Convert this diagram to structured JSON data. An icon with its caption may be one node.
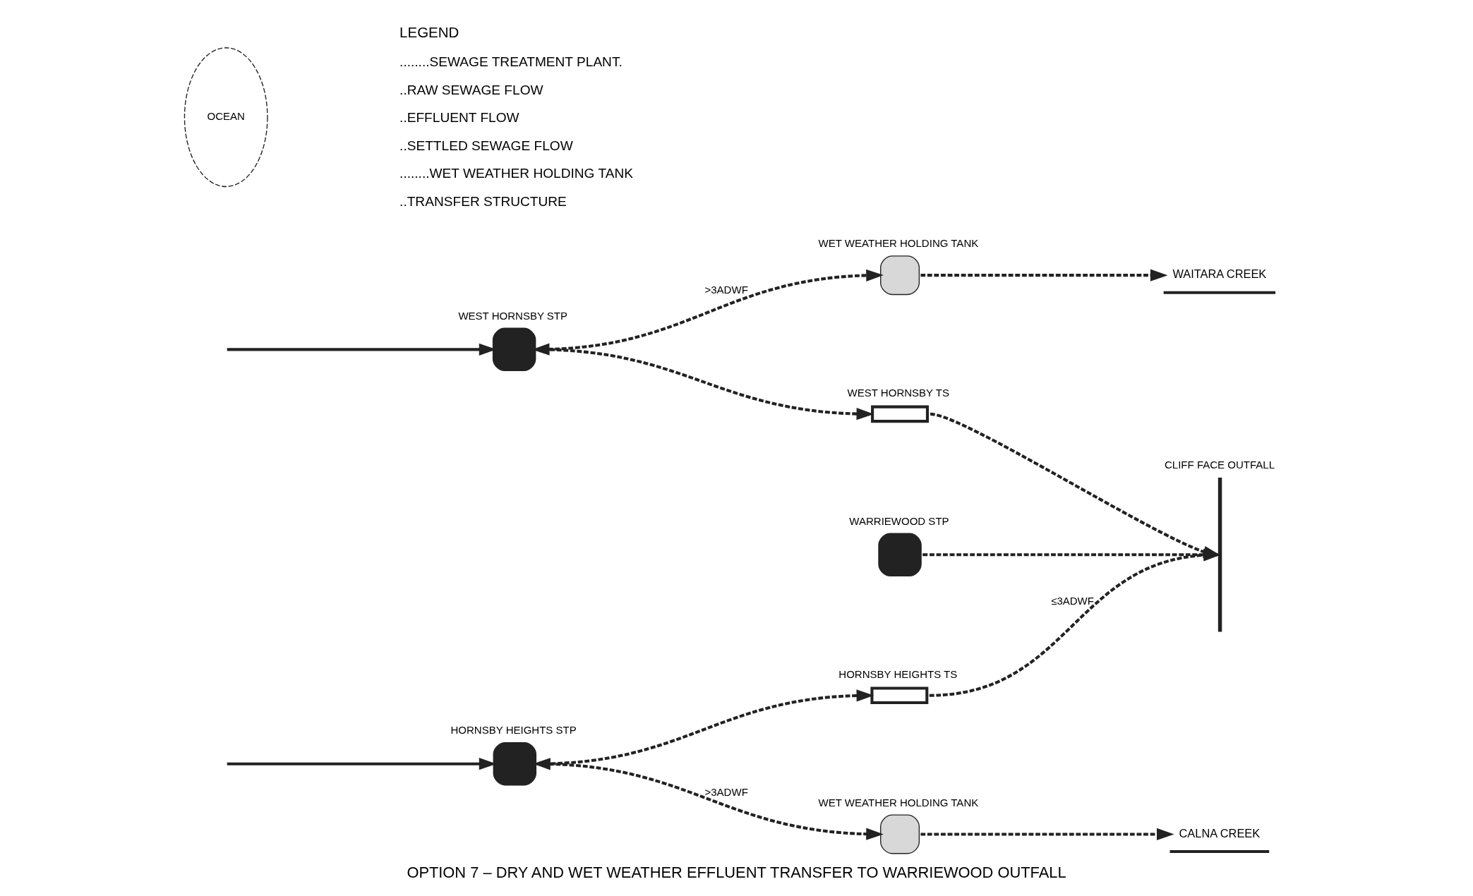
{
  "diagram": {
    "caption": "OPTION 7 – DRY AND WET WEATHER EFFLUENT TRANSFER TO WARRIEWOOD OUTFALL",
    "nodes": [
      {
        "text": [
          "CALNA CREEK"
        ]
      },
      {
        "text": [
          "WET WEATHER HOLDING TANK"
        ]
      },
      {
        "text": [
          "HORNSBY HEIGHTS STP"
        ]
      },
      {
        "text": [
          "HORNSBY HEIGHTS TS"
        ]
      },
      {
        "text": [
          "WARRIEWOOD STP"
        ]
      },
      {
        "text": [
          "CLIFF FACE OUTFALL"
        ]
      },
      {
        "text": [
          "OCEAN"
        ]
      },
      {
        "text": [
          "WEST HORNSBY TS"
        ]
      },
      {
        "text": [
          "WEST HORNSBY STP"
        ]
      },
      {
        "text": [
          "WET WEATHER HOLDING TANK"
        ]
      },
      {
        "text": [
          "WAITARA CREEK"
        ]
      }
    ],
    "edges": [
      {
        "from": null,
        "to": 2,
        "arrow": "to"
      },
      {
        "from": 2,
        "to": 3,
        "arrow": "to",
        "style": "dashed"
      },
      {
        "from": 2,
        "to": 1,
        "arrow": "both",
        "style": "dashed",
        "label": ">3ADWF"
      },
      {
        "from": 1,
        "to": 0,
        "arrow": "to",
        "style": "dashed"
      },
      {
        "from": 3,
        "to": 5,
        "arrow": "to",
        "style": "dashed",
        "label": "≤3ADWF"
      },
      {
        "from": 4,
        "to": 5,
        "arrow": "to",
        "style": "dashed"
      },
      {
        "from": 7,
        "to": 5,
        "arrow": "to",
        "style": "dashed"
      },
      {
        "from": null,
        "to": 8,
        "arrow": "to"
      },
      {
        "from": 8,
        "to": 7,
        "arrow": "to",
        "style": "dashed"
      },
      {
        "from": 8,
        "to": 9,
        "arrow": "both",
        "style": "dashed",
        "label": ">3ADWF"
      },
      {
        "from": 9,
        "to": 10,
        "arrow": "to",
        "style": "dashed"
      }
    ],
    "labels": [
      "LEGEND"
    ],
    "legend": [
      {
        "text": "........SEWAGE TREATMENT PLANT."
      },
      {
        "text": "..RAW SEWAGE FLOW"
      },
      {
        "text": "..EFFLUENT FLOW"
      },
      {
        "text": "..SETTLED SEWAGE FLOW"
      },
      {
        "text": "........WET WEATHER HOLDING TANK"
      },
      {
        "text": "..TRANSFER STRUCTURE"
      }
    ]
  }
}
